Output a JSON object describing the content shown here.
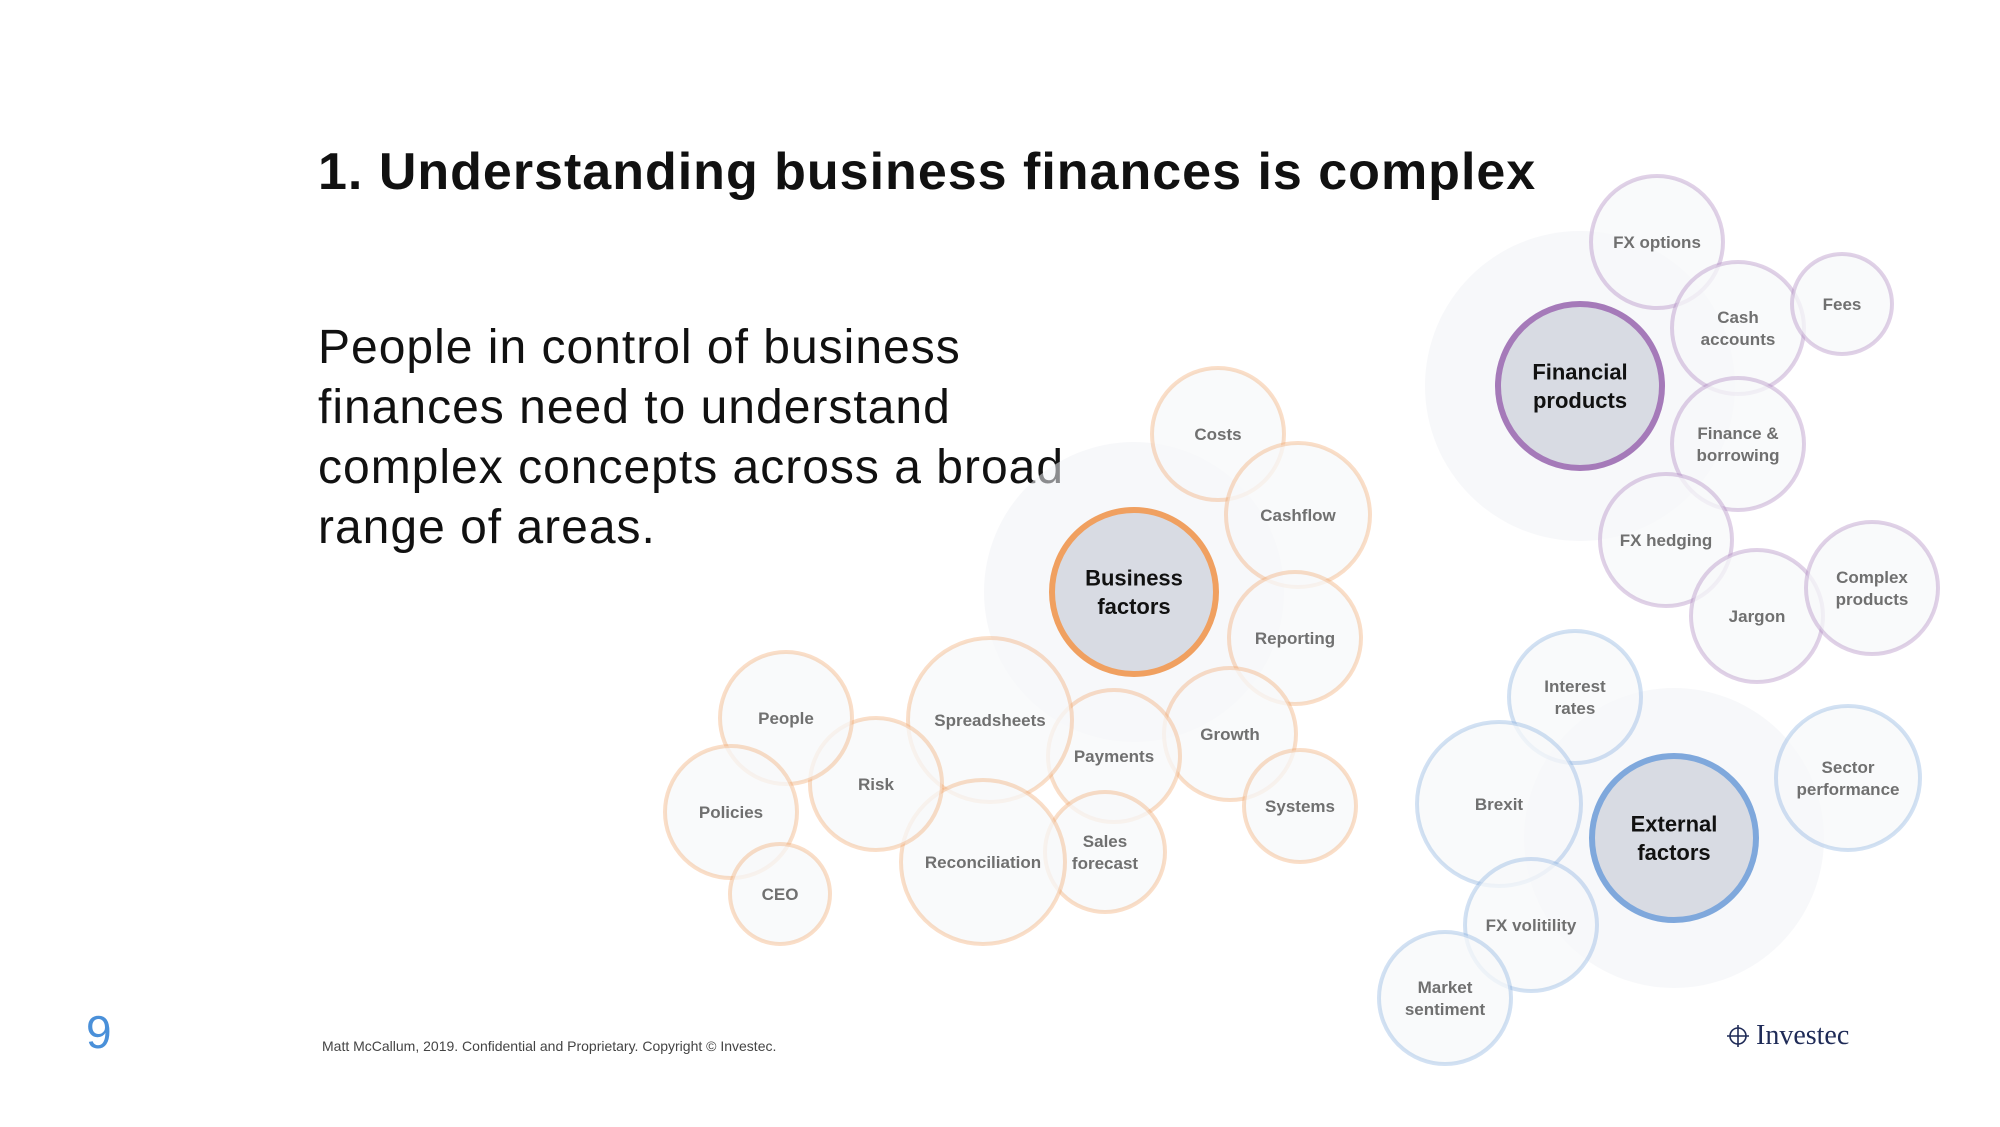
{
  "title": "1. Understanding business finances is complex",
  "body": "People in control of business finances need to understand complex concepts across a broad range of areas.",
  "page_number": "9",
  "footer": "Matt McCallum, 2019. Confidential and Proprietary. Copyright © Investec.",
  "logo": {
    "text": "Investec",
    "icon": "investec-logo-icon"
  },
  "colors": {
    "business": "#f0a060",
    "financial": "#a57ab9",
    "external": "#7fa8dc",
    "node_fill": "#f7f8fa",
    "hub_fill": "#d8dbe3",
    "label": "#707070"
  },
  "groups": [
    {
      "id": "business",
      "hub": [
        "Business",
        "factors"
      ],
      "nodes": [
        {
          "lines": [
            "Costs"
          ]
        },
        {
          "lines": [
            "Cashflow"
          ]
        },
        {
          "lines": [
            "Reporting"
          ]
        },
        {
          "lines": [
            "Growth"
          ]
        },
        {
          "lines": [
            "Systems"
          ]
        },
        {
          "lines": [
            "Payments"
          ]
        },
        {
          "lines": [
            "Sales",
            "forecast"
          ]
        },
        {
          "lines": [
            "Spreadsheets"
          ]
        },
        {
          "lines": [
            "Reconciliation"
          ]
        },
        {
          "lines": [
            "Risk"
          ]
        },
        {
          "lines": [
            "People"
          ]
        },
        {
          "lines": [
            "Policies"
          ]
        },
        {
          "lines": [
            "CEO"
          ]
        }
      ]
    },
    {
      "id": "financial",
      "hub": [
        "Financial",
        "products"
      ],
      "nodes": [
        {
          "lines": [
            "FX options"
          ]
        },
        {
          "lines": [
            "Cash",
            "accounts"
          ]
        },
        {
          "lines": [
            "Fees"
          ]
        },
        {
          "lines": [
            "Finance &",
            "borrowing"
          ]
        },
        {
          "lines": [
            "FX hedging"
          ]
        },
        {
          "lines": [
            "Jargon"
          ]
        },
        {
          "lines": [
            "Complex",
            "products"
          ]
        }
      ]
    },
    {
      "id": "external",
      "hub": [
        "External",
        "factors"
      ],
      "nodes": [
        {
          "lines": [
            "Interest",
            "rates"
          ]
        },
        {
          "lines": [
            "Brexit"
          ]
        },
        {
          "lines": [
            "FX volitility"
          ]
        },
        {
          "lines": [
            "Market",
            "sentiment"
          ]
        },
        {
          "lines": [
            "Sector",
            "performance"
          ]
        }
      ]
    }
  ]
}
